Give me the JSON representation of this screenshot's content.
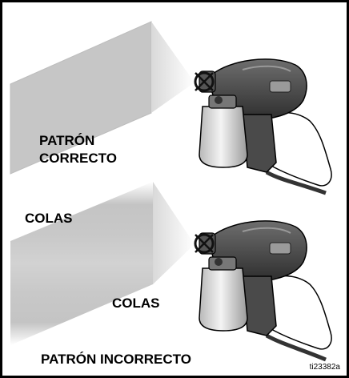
{
  "labels": {
    "correct_line1": "PATRÓN",
    "correct_line2": "CORRECTO",
    "tails_top": "COLAS",
    "tails_bottom": "COLAS",
    "incorrect": "PATRÓN INCORRECTO"
  },
  "figure_ref": "ti23382a"
}
